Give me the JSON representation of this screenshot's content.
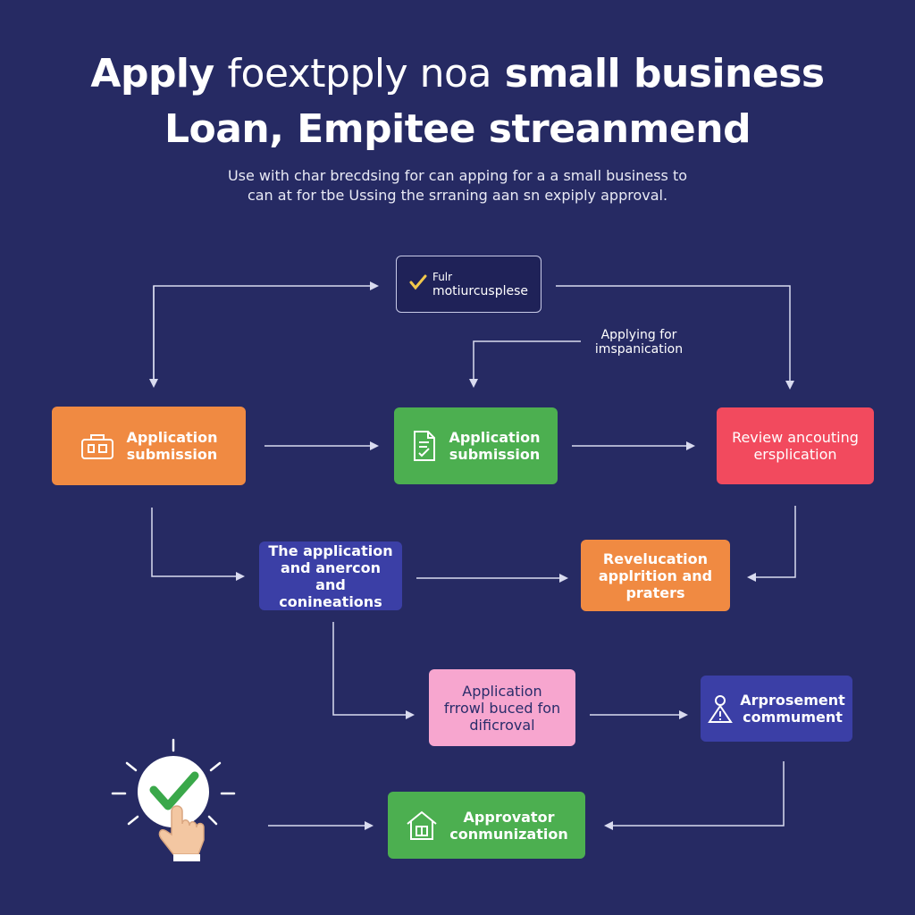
{
  "title": {
    "line1_a": "Apply",
    "line1_b": "foextpply noa",
    "line1_c": "small business",
    "line2": "Loan, Empitee streanmend"
  },
  "subtitle": {
    "line1": "Use with char brecdsing for can apping for a a small business to",
    "line2": "can at for tbe Ussing the srraning aan sn expiply approval."
  },
  "top_box": {
    "line1": "Fulr",
    "line2": "motiurcusplese"
  },
  "note": {
    "line1": "Applying for",
    "line2": "imspanication"
  },
  "nodes": {
    "app_submission_1": {
      "line1": "Application",
      "line2": "submission"
    },
    "app_submission_2": {
      "line1": "Application",
      "line2": "submission"
    },
    "review": {
      "line1": "Review ancouting",
      "line2": "ersplication"
    },
    "application_connections": {
      "line1": "The application",
      "line2": "and anercon and",
      "line3": "conineations"
    },
    "revelucation": {
      "line1": "Revelucation",
      "line2": "applrition and",
      "line3": "praters"
    },
    "app_approval": {
      "line1": "Application",
      "line2": "frrowl buced fon",
      "line3": "dificroval"
    },
    "arprosement": {
      "line1": "Arprosement",
      "line2": "commument"
    },
    "approvator": {
      "line1": "Approvator",
      "line2": "conmunization"
    }
  },
  "colors": {
    "background": "#262a63",
    "orange": "#f08a42",
    "green": "#4caf50",
    "red": "#f24a5e",
    "indigo": "#3b3fa6",
    "pink": "#f7a6cf",
    "arrow": "#d9dbef",
    "check": "#3aa84a"
  },
  "icons": {
    "top_box": "checkmark-icon",
    "app_submission_1": "briefcase-icon",
    "app_submission_2": "document-icon",
    "arprosement": "warning-person-icon",
    "approvator": "house-icon",
    "hand": "hand-check-icon"
  }
}
